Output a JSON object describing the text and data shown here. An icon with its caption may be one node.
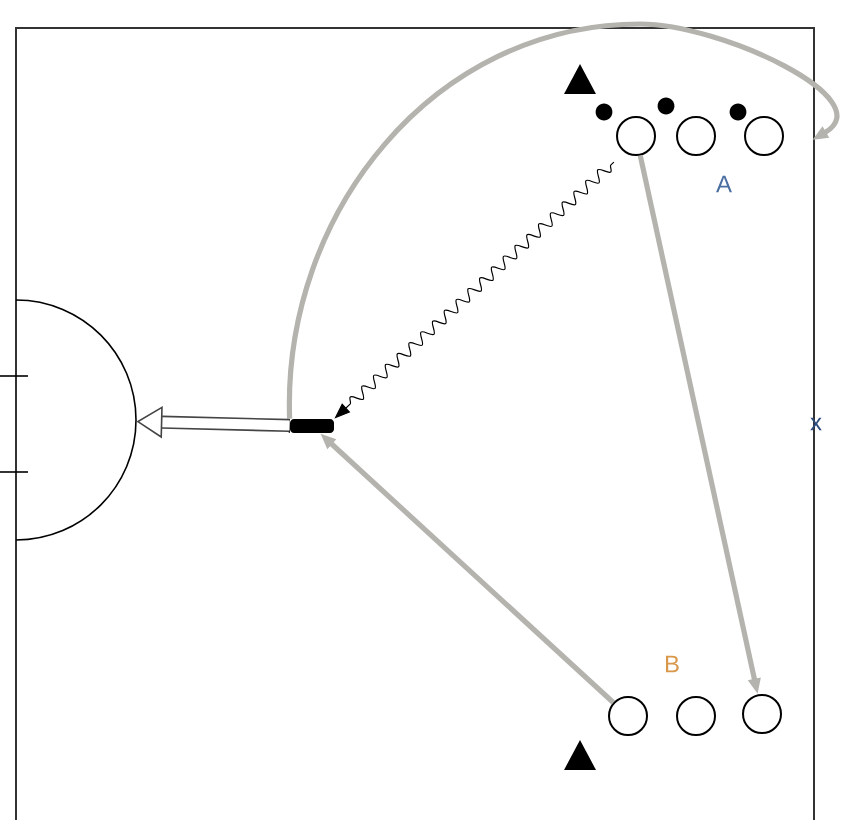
{
  "diagram": {
    "nodes": [
      {
        "text": [],
        "shape": "circle"
      },
      {
        "text": [],
        "shape": "circle"
      },
      {
        "text": [],
        "shape": "circle"
      },
      {
        "text": [],
        "shape": "circle"
      },
      {
        "text": [],
        "shape": "circle"
      },
      {
        "text": [],
        "shape": "circle"
      },
      {
        "text": [],
        "shape": "bar"
      },
      {
        "text": [],
        "shape": "semicircle"
      }
    ],
    "edges": [
      {
        "from": 0,
        "to": 6,
        "arrow": "to",
        "color": "#000000"
      },
      {
        "from": 6,
        "to": 2,
        "arrow": "to"
      },
      {
        "from": 0,
        "to": 5,
        "arrow": "to"
      },
      {
        "from": 3,
        "to": 6,
        "arrow": "to"
      },
      {
        "from": 6,
        "to": 7,
        "arrow": "to",
        "style": "thick",
        "color": "#444444"
      }
    ],
    "labels": [
      "A",
      "B",
      "x"
    ]
  }
}
